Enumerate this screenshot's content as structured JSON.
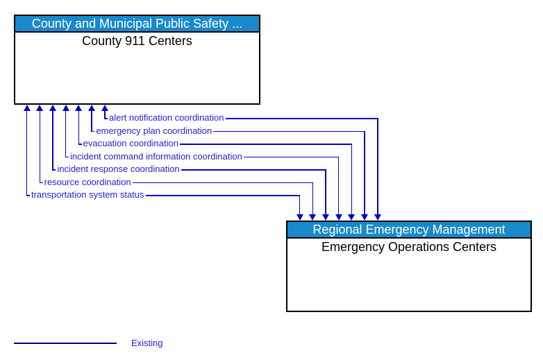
{
  "diagram": {
    "boxes": {
      "top": {
        "header": "County and Municipal Public Safety ...",
        "title": "County 911 Centers"
      },
      "bottom": {
        "header": "Regional Emergency Management",
        "title": "Emergency Operations Centers"
      }
    },
    "flows": [
      {
        "label": "alert notification coordination",
        "status": "existing",
        "direction": "bidirectional"
      },
      {
        "label": "emergency plan coordination",
        "status": "existing",
        "direction": "bidirectional"
      },
      {
        "label": "evacuation coordination",
        "status": "existing",
        "direction": "bidirectional"
      },
      {
        "label": "incident command information coordination",
        "status": "existing",
        "direction": "bidirectional"
      },
      {
        "label": "incident response coordination",
        "status": "existing",
        "direction": "bidirectional"
      },
      {
        "label": "resource coordination",
        "status": "existing",
        "direction": "bidirectional"
      },
      {
        "label": "transportation system status",
        "status": "existing",
        "direction": "bidirectional"
      }
    ],
    "legend": {
      "label": "Existing",
      "line_style": "solid"
    },
    "colors": {
      "box_header_bg": "#1889CB",
      "box_header_text": "#FFFFFF",
      "box_border": "#000000",
      "flow_line": "#0000BE",
      "flow_label_text": "#2222CC",
      "legend_line": "#000080"
    }
  }
}
